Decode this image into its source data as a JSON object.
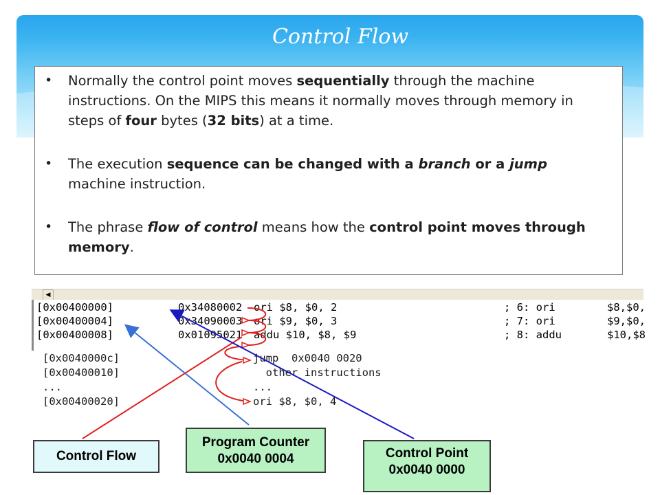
{
  "slide": {
    "title": "Control Flow",
    "bullets": [
      {
        "parts": [
          {
            "t": "Normally the control point moves ",
            "s": ""
          },
          {
            "t": "sequentially",
            "s": "b"
          },
          {
            "t": " through the machine instructions. On the MIPS this means it normally moves through memory in steps of ",
            "s": ""
          },
          {
            "t": "four",
            "s": "b"
          },
          {
            "t": " bytes (",
            "s": ""
          },
          {
            "t": "32 bits",
            "s": "b"
          },
          {
            "t": ") at a time.",
            "s": ""
          }
        ]
      },
      {
        "parts": [
          {
            "t": "The execution ",
            "s": ""
          },
          {
            "t": "sequence can be changed with a ",
            "s": "b"
          },
          {
            "t": "branch",
            "s": "b i"
          },
          {
            "t": " or a ",
            "s": "b"
          },
          {
            "t": "jump",
            "s": "b i"
          },
          {
            "t": " machine instruction.",
            "s": ""
          }
        ]
      },
      {
        "parts": [
          {
            "t": "The phrase ",
            "s": ""
          },
          {
            "t": "flow of control",
            "s": "b i"
          },
          {
            "t": " means how the ",
            "s": ""
          },
          {
            "t": "control point moves through memory",
            "s": "b"
          },
          {
            "t": ".",
            "s": ""
          }
        ]
      }
    ],
    "bullet_glyph": "•"
  },
  "code_window": {
    "scroll_left_glyph": "◀",
    "rows": [
      {
        "addr": "[0x00400000]",
        "code": "0x34080002",
        "instr": "ori $8, $0, 2",
        "comment": "; 6: ori",
        "src": "$8,$0,"
      },
      {
        "addr": "[0x00400004]",
        "code": "0x34090003",
        "instr": "ori $9, $0, 3",
        "comment": "; 7: ori",
        "src": "$9,$0,"
      },
      {
        "addr": "[0x00400008]",
        "code": "0x01095021",
        "instr": "addu $10, $8, $9",
        "comment": "; 8: addu",
        "src": "$10,$8"
      }
    ]
  },
  "code_listing": [
    {
      "addr": "[0x0040000c]",
      "instr": "jump  0x0040 0020"
    },
    {
      "addr": "[0x00400010]",
      "instr": "  other instructions"
    },
    {
      "addr": "...",
      "instr": "..."
    },
    {
      "addr": "[0x00400020]",
      "instr": "ori $8, $0, 4"
    }
  ],
  "callouts": {
    "control_flow": {
      "line1": "Control Flow"
    },
    "program_counter": {
      "line1": "Program Counter",
      "line2": "0x0040 0004"
    },
    "control_point": {
      "line1": "Control Point",
      "line2": "0x0040 0000"
    }
  },
  "colors": {
    "header_top": "#2aa6ee",
    "header_bottom": "#d0f1fc",
    "flow_arrow": "#e02020",
    "pc_arrow": "#3a6fd8",
    "cp_arrow": "#1a1ac0",
    "callout_green": "#b8f2c3",
    "callout_cyan": "#e2f9fb"
  }
}
